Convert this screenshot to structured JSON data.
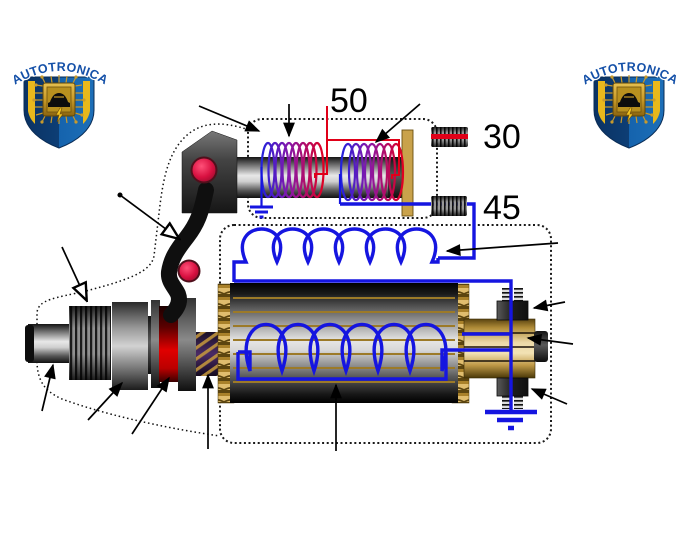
{
  "labels": {
    "solenoid_terminal": "50",
    "battery_terminal": "30",
    "motor_terminal": "45"
  },
  "logo": {
    "text": "AUTOTRONICA"
  },
  "colors": {
    "wire_blue": "#1515e0",
    "wire_red": "#e00018",
    "coil_gradient_mid": "#8818a8",
    "contact_plate_gold": "#c9a24b",
    "commutator_gold": "#e6d0a0",
    "armature_winding_tan": "#9c7a28",
    "clutch_red": "#d80000",
    "pivot_red": "#d81040",
    "shield_blue_dark": "#0a3263",
    "shield_blue_light": "#1563ad",
    "shield_gold": "#e8b81c",
    "logo_text_blue": "#1450a8",
    "arrow_black": "#000000"
  }
}
